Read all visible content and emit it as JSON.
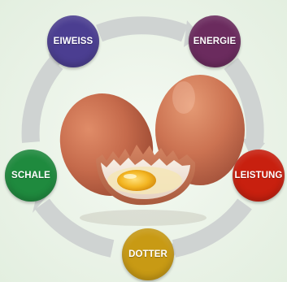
{
  "diagram": {
    "nodes": [
      {
        "label": "EIWEISS",
        "color": "#4b3e91"
      },
      {
        "label": "ENERGIE",
        "color": "#6b2b5e"
      },
      {
        "label": "SCHALE",
        "color": "#1f8a3e"
      },
      {
        "label": "LEISTUNG",
        "color": "#c8200f"
      },
      {
        "label": "DOTTER",
        "color": "#c89a14"
      }
    ],
    "ring_color": "#cfd3d2",
    "center_image": "brown-eggs-cracked-shell-icon"
  }
}
